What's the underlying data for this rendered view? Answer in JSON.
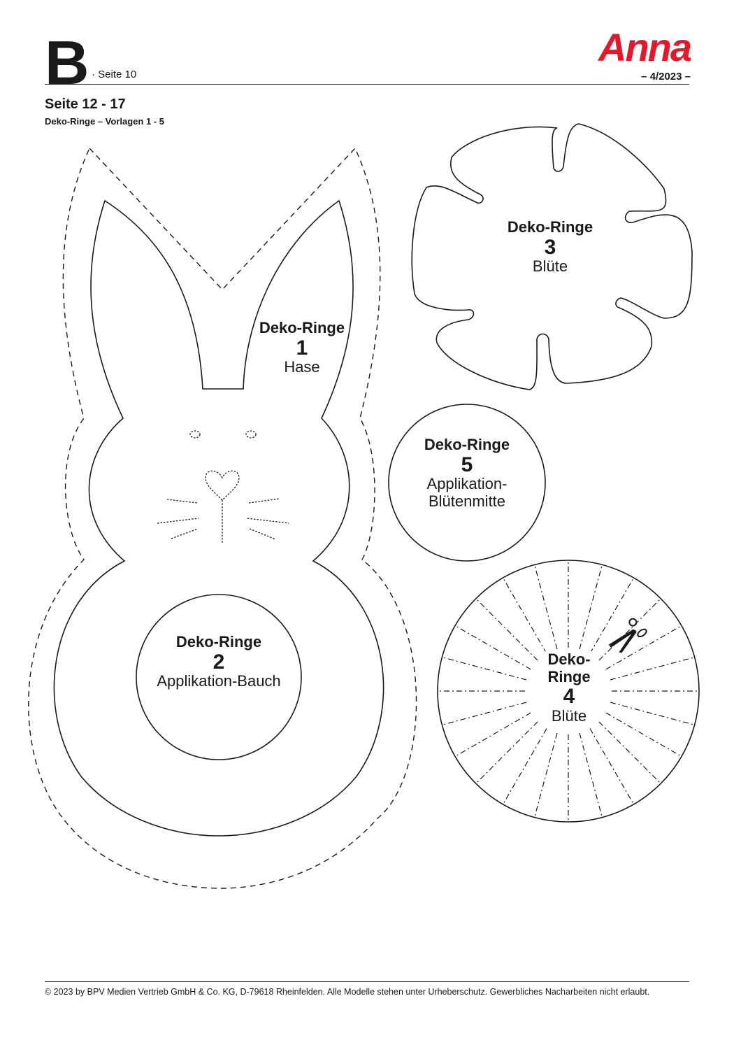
{
  "header": {
    "section_letter": "B",
    "section_page": "· Seite 10",
    "logo_text": "Anna",
    "issue": "– 4/2023 –"
  },
  "heading": {
    "title": "Seite 12 - 17",
    "subtitle": "Deko-Ringe – Vorlagen 1 - 5"
  },
  "templates": [
    {
      "heading": "Deko-Ringe",
      "number": "1",
      "description": "Hase"
    },
    {
      "heading": "Deko-Ringe",
      "number": "2",
      "description": "Applikation-Bauch"
    },
    {
      "heading": "Deko-Ringe",
      "number": "3",
      "description": "Blüte"
    },
    {
      "heading": "Deko-",
      "heading2": "Ringe",
      "number": "4",
      "description": "Blüte"
    },
    {
      "heading": "Deko-Ringe",
      "number": "5",
      "description": "Applikation-",
      "description2": "Blütenmitte"
    }
  ],
  "footer": {
    "copyright": "© 2023 by BPV Medien Vertrieb GmbH & Co. KG, D-79618 Rheinfelden. Alle Modelle stehen unter Urheberschutz. Gewerbliches Nacharbeiten nicht erlaubt."
  },
  "colors": {
    "brand": "#e2192b",
    "ink": "#1a1a1a"
  },
  "icons": [
    "scissors-icon"
  ]
}
